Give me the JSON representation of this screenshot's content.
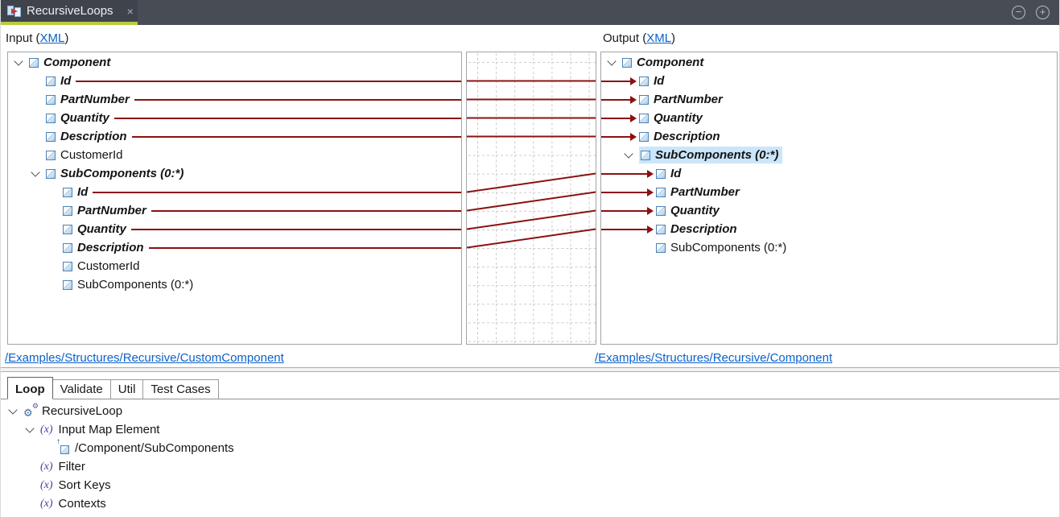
{
  "titlebar": {
    "tab_title": "RecursiveLoops"
  },
  "icons": {
    "close": "×",
    "zoom_out": "−",
    "zoom_in": "+",
    "gear": "⚙",
    "fx": "(x)",
    "ref_arrow": "↑"
  },
  "input": {
    "prefix": "Input (",
    "link": "XML",
    "suffix": ")",
    "footer_link": "/Examples/Structures/Recursive/CustomComponent",
    "tree": [
      {
        "label": "Component",
        "depth": 0,
        "mapped": true,
        "expanded": true
      },
      {
        "label": "Id",
        "depth": 1,
        "mapped": true
      },
      {
        "label": "PartNumber",
        "depth": 1,
        "mapped": true
      },
      {
        "label": "Quantity",
        "depth": 1,
        "mapped": true
      },
      {
        "label": "Description",
        "depth": 1,
        "mapped": true
      },
      {
        "label": "CustomerId",
        "depth": 1,
        "mapped": false
      },
      {
        "label": "SubComponents (0:*)",
        "depth": 1,
        "mapped": true,
        "expanded": true
      },
      {
        "label": "Id",
        "depth": 2,
        "mapped": true
      },
      {
        "label": "PartNumber",
        "depth": 2,
        "mapped": true
      },
      {
        "label": "Quantity",
        "depth": 2,
        "mapped": true
      },
      {
        "label": "Description",
        "depth": 2,
        "mapped": true
      },
      {
        "label": "CustomerId",
        "depth": 2,
        "mapped": false
      },
      {
        "label": "SubComponents (0:*)",
        "depth": 2,
        "mapped": false
      }
    ]
  },
  "output": {
    "prefix": "Output (",
    "link": "XML",
    "suffix": ")",
    "footer_link": "/Examples/Structures/Recursive/Component",
    "tree": [
      {
        "label": "Component",
        "depth": 0,
        "mapped": true,
        "expanded": true
      },
      {
        "label": "Id",
        "depth": 1,
        "mapped": true
      },
      {
        "label": "PartNumber",
        "depth": 1,
        "mapped": true
      },
      {
        "label": "Quantity",
        "depth": 1,
        "mapped": true
      },
      {
        "label": "Description",
        "depth": 1,
        "mapped": true
      },
      {
        "label": "SubComponents (0:*)",
        "depth": 1,
        "mapped": true,
        "expanded": true,
        "selected": true
      },
      {
        "label": "Id",
        "depth": 2,
        "mapped": true
      },
      {
        "label": "PartNumber",
        "depth": 2,
        "mapped": true
      },
      {
        "label": "Quantity",
        "depth": 2,
        "mapped": true
      },
      {
        "label": "Description",
        "depth": 2,
        "mapped": true
      },
      {
        "label": "SubComponents (0:*)",
        "depth": 2,
        "mapped": false
      }
    ]
  },
  "mappings": [
    {
      "from": "/Component/Id",
      "to": "/Component/Id"
    },
    {
      "from": "/Component/PartNumber",
      "to": "/Component/PartNumber"
    },
    {
      "from": "/Component/Quantity",
      "to": "/Component/Quantity"
    },
    {
      "from": "/Component/Description",
      "to": "/Component/Description"
    },
    {
      "from": "/Component/SubComponents/Id",
      "to": "/Component/SubComponents/Id"
    },
    {
      "from": "/Component/SubComponents/PartNumber",
      "to": "/Component/SubComponents/PartNumber"
    },
    {
      "from": "/Component/SubComponents/Quantity",
      "to": "/Component/SubComponents/Quantity"
    },
    {
      "from": "/Component/SubComponents/Description",
      "to": "/Component/SubComponents/Description"
    }
  ],
  "bottom": {
    "tabs": [
      {
        "label": "Loop",
        "selected": true
      },
      {
        "label": "Validate",
        "selected": false
      },
      {
        "label": "Util",
        "selected": false
      },
      {
        "label": "Test Cases",
        "selected": false
      }
    ],
    "tree": [
      {
        "label": "RecursiveLoop",
        "depth": 0,
        "icon": "gear-icon",
        "expanded": true
      },
      {
        "label": "Input Map Element",
        "depth": 1,
        "icon": "function-icon",
        "expanded": true
      },
      {
        "label": "/Component/SubComponents",
        "depth": 2,
        "icon": "element-reference-icon"
      },
      {
        "label": "Filter",
        "depth": 1,
        "icon": "function-icon"
      },
      {
        "label": "Sort Keys",
        "depth": 1,
        "icon": "function-icon"
      },
      {
        "label": "Contexts",
        "depth": 1,
        "icon": "function-icon"
      }
    ]
  },
  "colors": {
    "accent_underline": "#B9CC3C",
    "titlebar_bg": "#474C55",
    "titlebar_tab_bg": "#3F444C",
    "mapping_line": "#8B1111",
    "link_blue": "#0B61C9",
    "selection_bg": "#CBE6FA",
    "icon_blue_border": "#4F83B5",
    "fx_purple": "#4C3D99",
    "gear_blue": "#3A6C9E",
    "panel_border": "#A3A3A3",
    "grid_dash": "#C9C9C9"
  }
}
